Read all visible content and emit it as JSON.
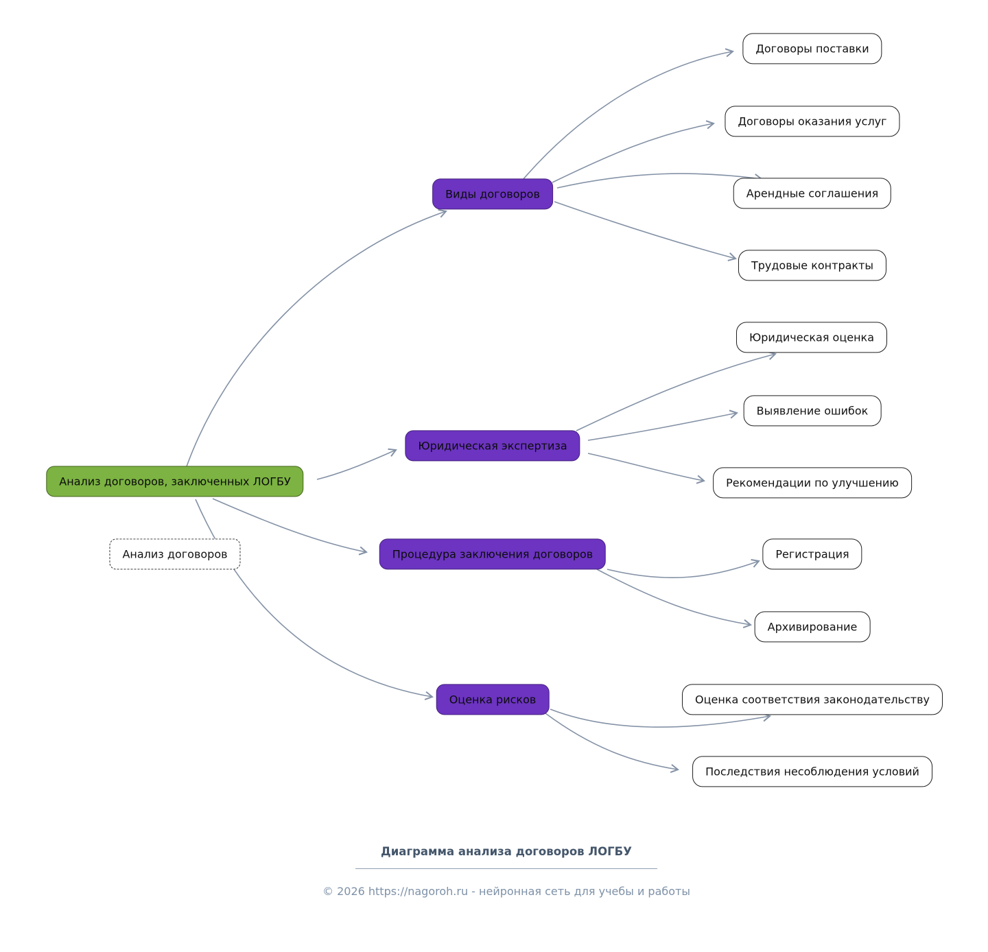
{
  "diagram": {
    "root": "Анализ договоров, заключенных ЛОГБУ",
    "note": "Анализ договоров",
    "branches": [
      {
        "label": "Виды договоров",
        "children": [
          "Договоры поставки",
          "Договоры оказания услуг",
          "Арендные соглашения",
          "Трудовые контракты"
        ]
      },
      {
        "label": "Юридическая экспертиза",
        "children": [
          "Юридическая оценка",
          "Выявление ошибок",
          "Рекомендации по улучшению"
        ]
      },
      {
        "label": "Процедура заключения договоров",
        "children": [
          "Регистрация",
          "Архивирование"
        ]
      },
      {
        "label": "Оценка рисков",
        "children": [
          "Оценка соответствия законодательству",
          "Последствия несоблюдения условий"
        ]
      }
    ],
    "colors": {
      "root_fill": "#7cb342",
      "branch_fill": "#6c34c1",
      "leaf_fill": "#ffffff",
      "edge": "#8492a6",
      "node_border": "#1f1f1f"
    }
  },
  "footer": {
    "title": "Диаграмма анализа договоров ЛОГБУ",
    "copyright": "© 2026 https://nagoroh.ru - нейронная сеть для учебы и работы"
  }
}
